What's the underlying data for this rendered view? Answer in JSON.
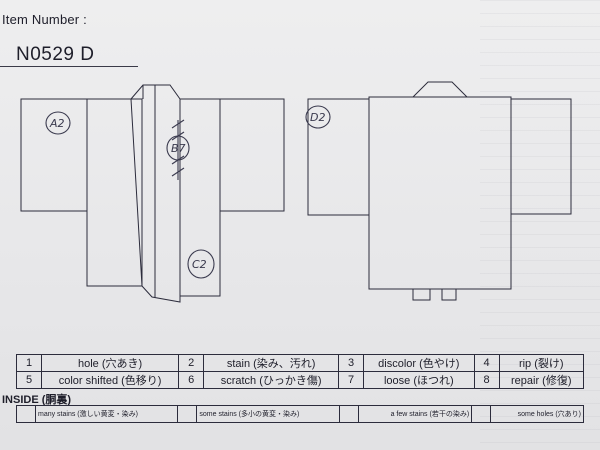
{
  "header": {
    "item_number_label": "Item Number :",
    "item_number_value": "N0529  D"
  },
  "annotations": {
    "front_sleeve": "A2",
    "front_collar": "B7",
    "front_body": "C2",
    "back_sleeve": "D2"
  },
  "legend": [
    {
      "num": "1",
      "label": "hole (穴あき)"
    },
    {
      "num": "2",
      "label": "stain (染み、汚れ)"
    },
    {
      "num": "3",
      "label": "discolor (色やけ)"
    },
    {
      "num": "4",
      "label": "rip (裂け)"
    },
    {
      "num": "5",
      "label": "color shifted (色移り)"
    },
    {
      "num": "6",
      "label": "scratch (ひっかき傷)"
    },
    {
      "num": "7",
      "label": "loose (ほつれ)"
    },
    {
      "num": "8",
      "label": "repair (修復)"
    }
  ],
  "inside": {
    "label": "INSIDE (胴裏)",
    "grades": [
      "many stains (激しい黄変・染み)",
      "some stains (多小の黄変・染み)",
      "a few stains (若干の染み)",
      "some holes (穴あり)"
    ]
  }
}
